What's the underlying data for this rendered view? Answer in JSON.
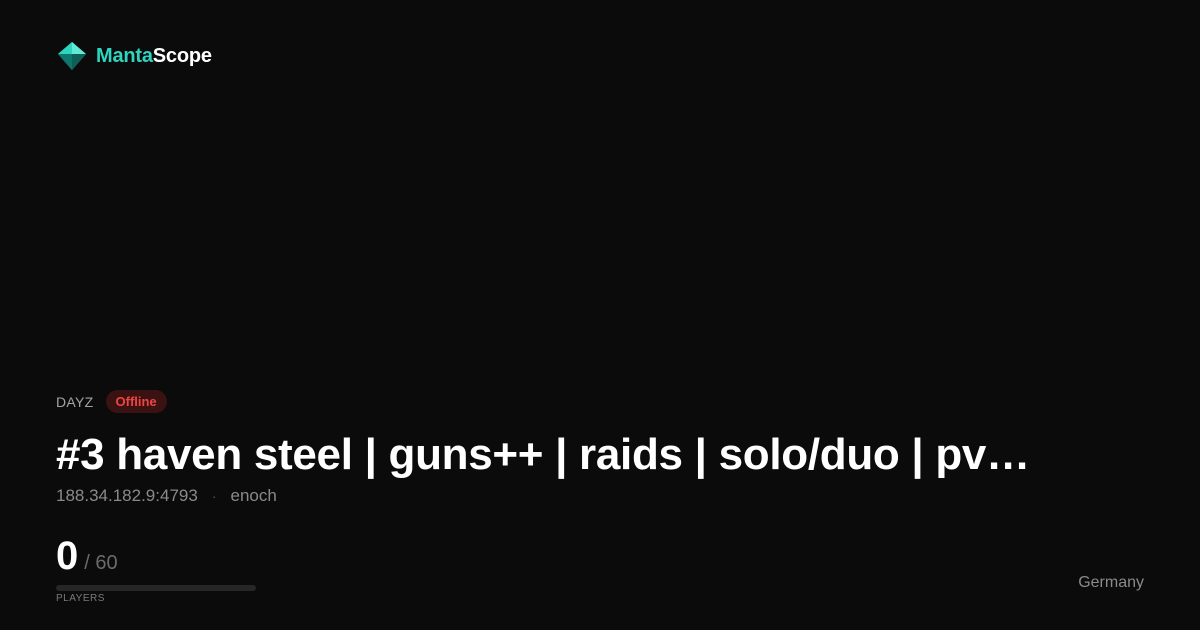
{
  "brand": {
    "name_part1": "Manta",
    "name_part2": "Scope",
    "icon": "mantascope-diamond-icon",
    "accent_color": "#2dd4bf"
  },
  "server": {
    "game": "DAYZ",
    "status": "Offline",
    "status_color": "#ef4444",
    "name": "#3 haven steel | guns++ | raids | solo/duo | pv…",
    "address": "188.34.182.9:4793",
    "separator": "·",
    "map": "enoch",
    "players_current": "0",
    "players_max": "/ 60",
    "players_fraction": 0,
    "players_label": "PLAYERS",
    "country": "Germany"
  }
}
